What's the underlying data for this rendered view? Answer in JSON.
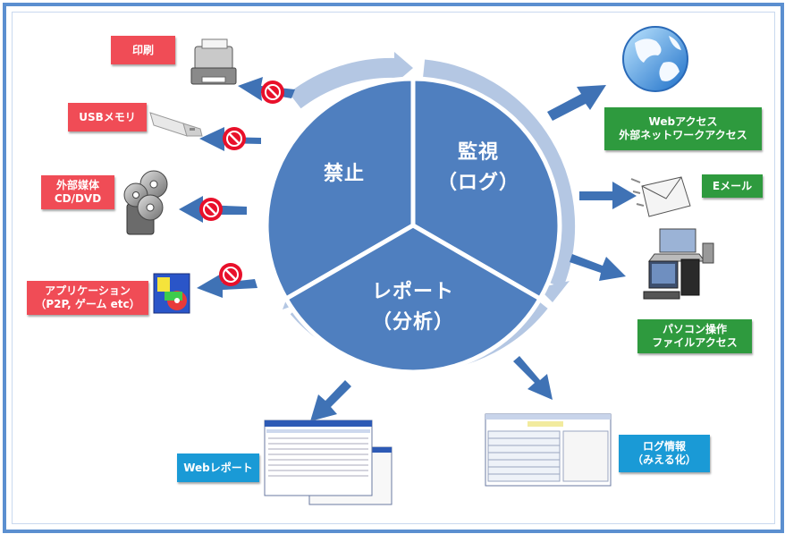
{
  "colors": {
    "frame": "#5b8fd0",
    "segment": "#4f7fbf",
    "ring": "#b4c7e3",
    "arrow": "#3f72b5",
    "label_red": "#f04c56",
    "label_green": "#2e9a3e",
    "label_blue": "#1a9ad6",
    "no_sign": "#e8102a"
  },
  "center": {
    "prohibit": "禁止",
    "monitor_line1": "監視",
    "monitor_line2": "（ログ）",
    "report_line1": "レポート",
    "report_line2": "（分析）"
  },
  "left_labels": {
    "print": "印刷",
    "usb": "USBメモリ",
    "media_line1": "外部媒体",
    "media_line2": "CD/DVD",
    "app_line1": "アプリケーション",
    "app_line2": "（P2P, ゲーム etc）"
  },
  "right_labels": {
    "web_line1": "Webアクセス",
    "web_line2": "外部ネットワークアクセス",
    "email": "Eメール",
    "pc_line1": "パソコン操作",
    "pc_line2": "ファイルアクセス"
  },
  "bottom_labels": {
    "web_report": "Webレポート",
    "log_line1": "ログ情報",
    "log_line2": "（みえる化）"
  },
  "icons": [
    "printer-icon",
    "usb-memory-icon",
    "cd-dvd-icon",
    "application-icon",
    "globe-icon",
    "email-icon",
    "computer-icon",
    "web-report-screenshot",
    "log-info-screenshot",
    "no-entry-icon"
  ]
}
